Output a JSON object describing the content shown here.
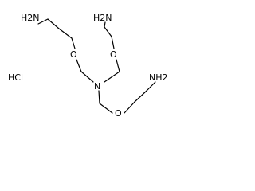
{
  "molecule": {
    "salt": "HCl",
    "atoms": {
      "amine_top_left": "H2N",
      "amine_top_mid": "H2N",
      "amine_bottom_right": "NH2",
      "ether_o_left": "O",
      "ether_o_right": "O",
      "ether_o_bottom": "O",
      "central_n": "N"
    }
  }
}
